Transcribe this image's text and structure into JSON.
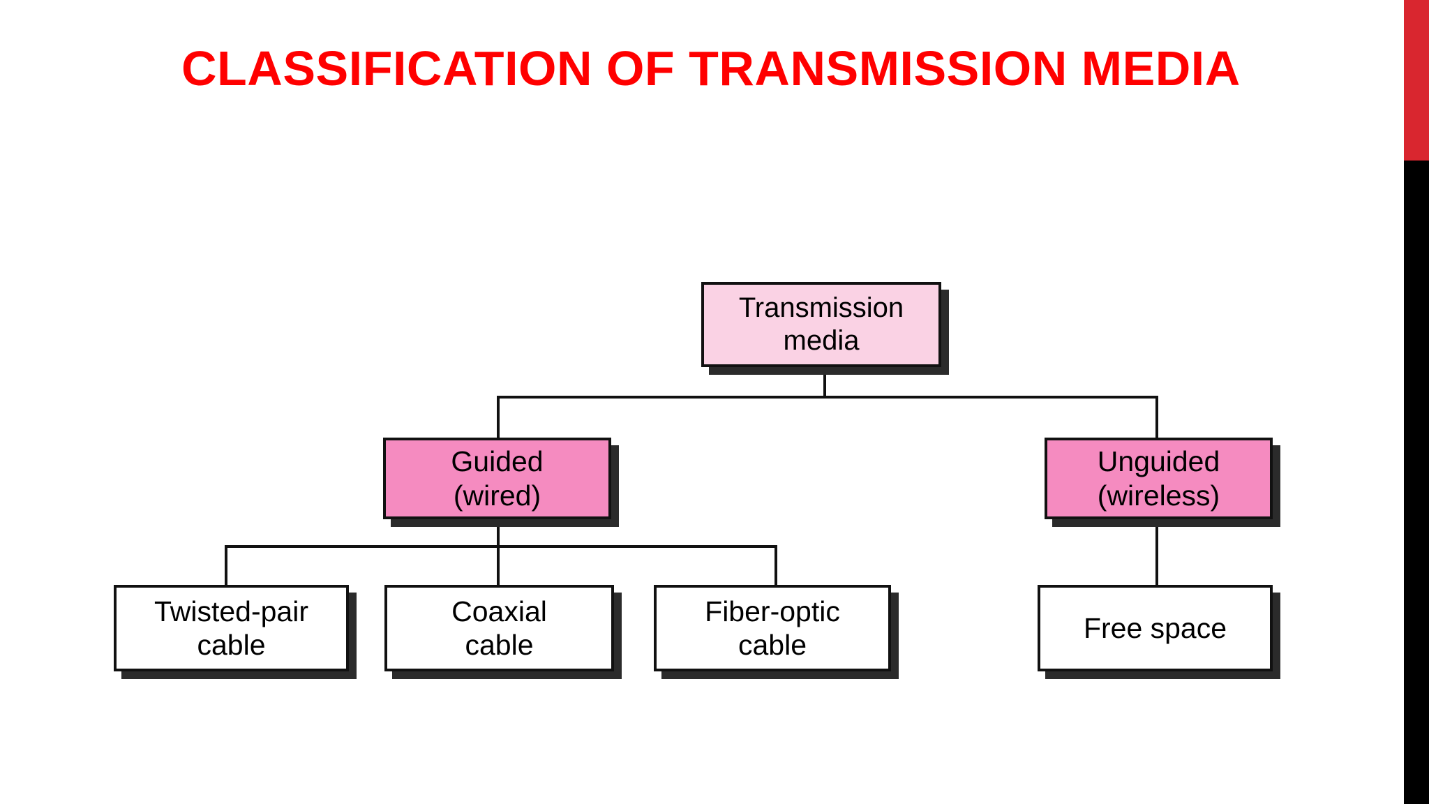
{
  "slide": {
    "title": "CLASSIFICATION OF TRANSMISSION MEDIA",
    "title_color": "#FF0000",
    "background_color": "#FFFFFF"
  },
  "edge_decoration": {
    "name": "right-edge-accent-bar",
    "top_color": "#D9262F",
    "bottom_color": "#000000"
  },
  "diagram": {
    "type": "tree",
    "root": {
      "id": "transmission-media",
      "label": "Transmission\nmedia",
      "fill": "#FAD2E4",
      "border": "#111111"
    },
    "level1": [
      {
        "id": "guided",
        "label": "Guided\n(wired)",
        "fill": "#F58BC0",
        "border": "#111111"
      },
      {
        "id": "unguided",
        "label": "Unguided\n(wireless)",
        "fill": "#F58BC0",
        "border": "#111111"
      }
    ],
    "level2_guided": [
      {
        "id": "twisted-pair-cable",
        "label": "Twisted-pair\ncable",
        "fill": "#FFFFFF",
        "border": "#111111"
      },
      {
        "id": "coaxial-cable",
        "label": "Coaxial\ncable",
        "fill": "#FFFFFF",
        "border": "#111111"
      },
      {
        "id": "fiber-optic-cable",
        "label": "Fiber-optic\ncable",
        "fill": "#FFFFFF",
        "border": "#111111"
      }
    ],
    "level2_unguided": [
      {
        "id": "free-space",
        "label": "Free space",
        "fill": "#FFFFFF",
        "border": "#111111"
      }
    ]
  }
}
